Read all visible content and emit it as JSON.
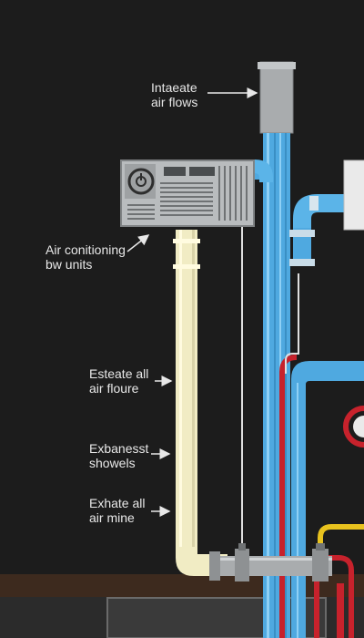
{
  "labels": {
    "intake": {
      "line1": "Intaeate",
      "line2": "air flows"
    },
    "ac_units": {
      "line1": "Air conitioning",
      "line2": "bw units"
    },
    "estate": {
      "line1": "Esteate all",
      "line2": "air floure"
    },
    "exhaust": {
      "line1": "Exbanesst",
      "line2": "showels"
    },
    "exhale": {
      "line1": "Exhate all",
      "line2": "air mine"
    }
  },
  "colors": {
    "background": "#1c1c1c",
    "blue_pipe": "#4fa9e0",
    "cream_pipe": "#f1ecc4",
    "red_pipe": "#c7222c",
    "yellow_pipe": "#e8c21e",
    "gray_fitting": "#a9acae",
    "ground": "#3d2a1e",
    "label_text": "#e8e8e8"
  },
  "icons": [
    "fan-icon",
    "arrow-icon"
  ]
}
